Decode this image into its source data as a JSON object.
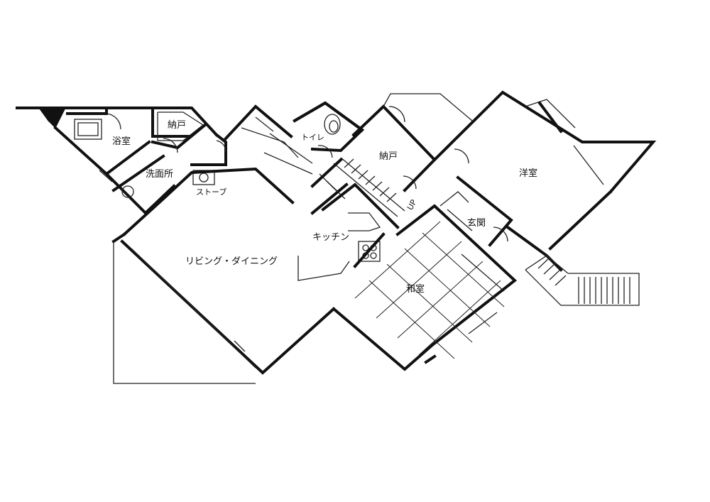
{
  "rooms": {
    "bathroom": "浴室",
    "storage_1": "納戸",
    "washroom": "洗面所",
    "stove": "ストーブ",
    "toilet": "トイレ",
    "storage_2": "納戸",
    "western_room": "洋室",
    "kitchen": "キッチン",
    "entrance": "玄関",
    "living_dining": "リビング・ダイニング",
    "japanese_room": "和室",
    "stair_mark": "UP"
  }
}
